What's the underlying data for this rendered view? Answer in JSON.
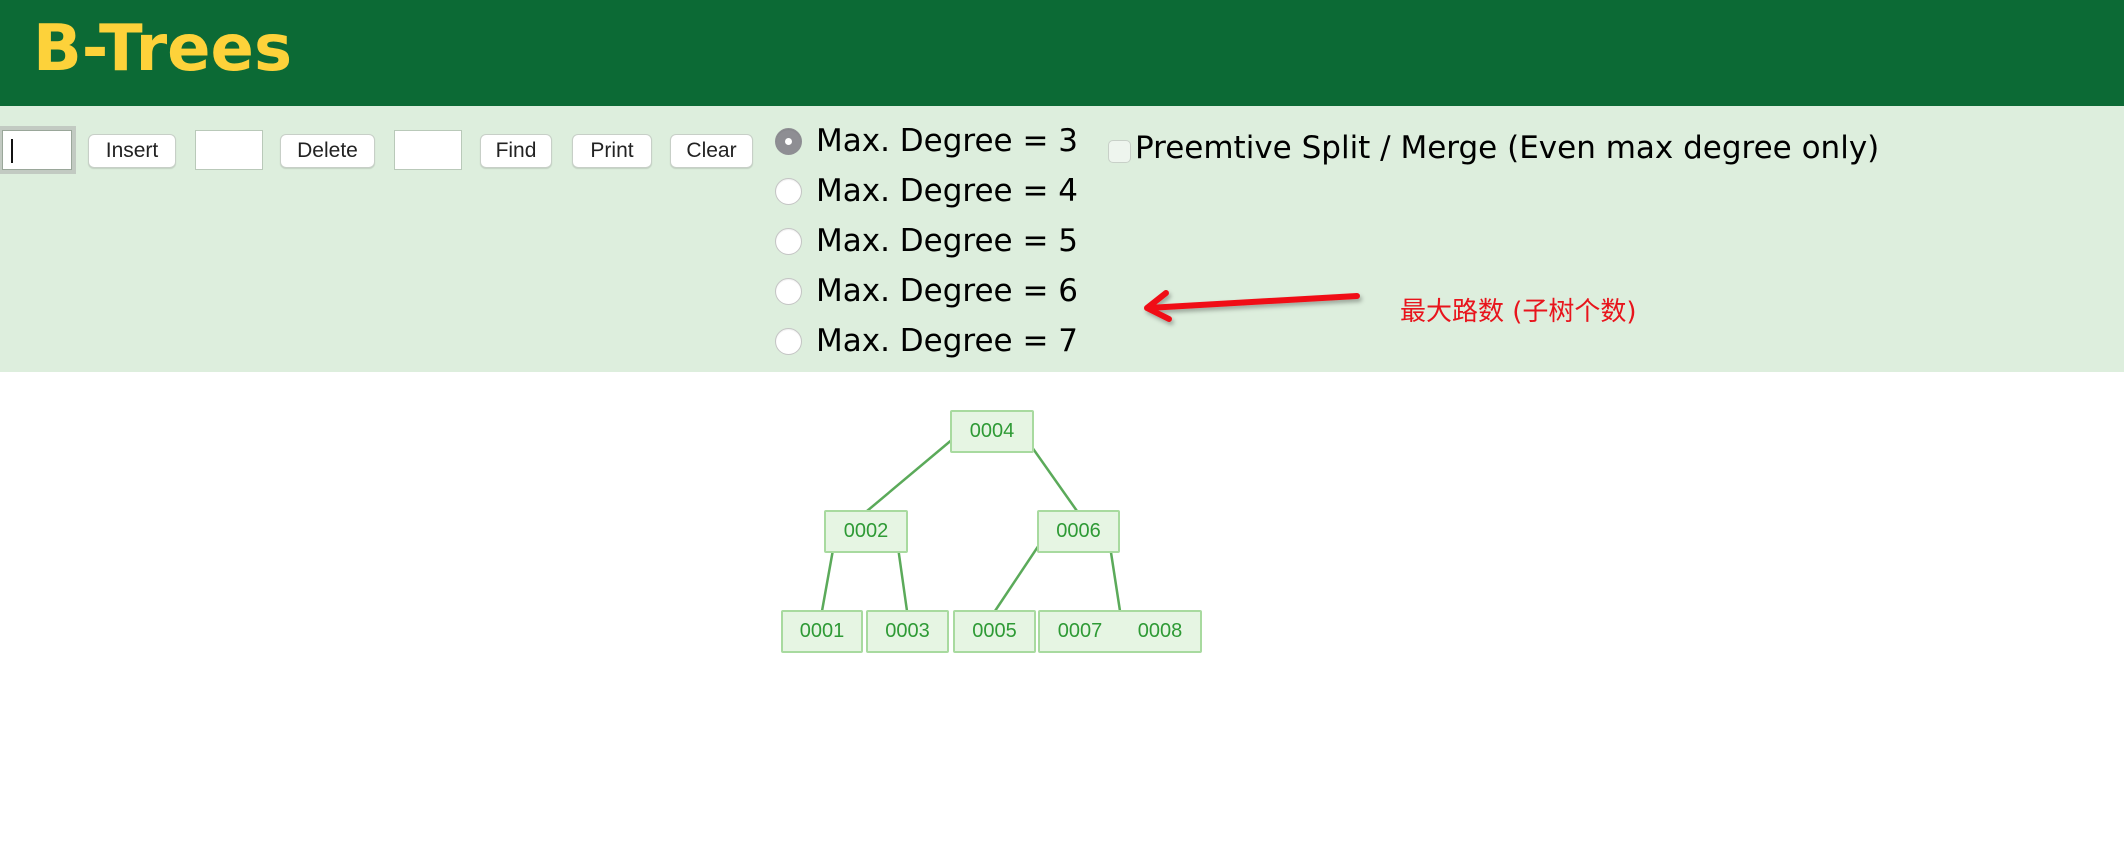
{
  "header": {
    "title": "B-Trees"
  },
  "controls": {
    "insert_input_value": "",
    "insert_label": "Insert",
    "delete_input_value": "",
    "delete_label": "Delete",
    "find_input_value": "",
    "find_label": "Find",
    "print_label": "Print",
    "clear_label": "Clear"
  },
  "degree_options": [
    {
      "label": "Max. Degree = 3",
      "checked": true
    },
    {
      "label": "Max. Degree = 4",
      "checked": false
    },
    {
      "label": "Max. Degree = 5",
      "checked": false
    },
    {
      "label": "Max. Degree = 6",
      "checked": false
    },
    {
      "label": "Max. Degree = 7",
      "checked": false
    }
  ],
  "preemptive": {
    "label": "Preemtive Split / Merge (Even max degree only)",
    "checked": false
  },
  "annotation": {
    "text": "最大路数 (子树个数)",
    "color": "#E8141C"
  },
  "tree": {
    "root": {
      "keys": [
        "0004"
      ]
    },
    "level1": [
      {
        "keys": [
          "0002"
        ]
      },
      {
        "keys": [
          "0006"
        ]
      }
    ],
    "leaves": [
      {
        "keys": [
          "0001"
        ]
      },
      {
        "keys": [
          "0003"
        ]
      },
      {
        "keys": [
          "0005"
        ]
      },
      {
        "keys": [
          "0007",
          "0008"
        ]
      }
    ]
  },
  "colors": {
    "header_bg": "#0C6A35",
    "title": "#FDD23A",
    "panel_bg": "#DDEEDD",
    "node_fill": "#E6F5E3",
    "node_border": "#A8DA9F",
    "node_text": "#2E9A35",
    "edge": "#5BAA5A"
  }
}
